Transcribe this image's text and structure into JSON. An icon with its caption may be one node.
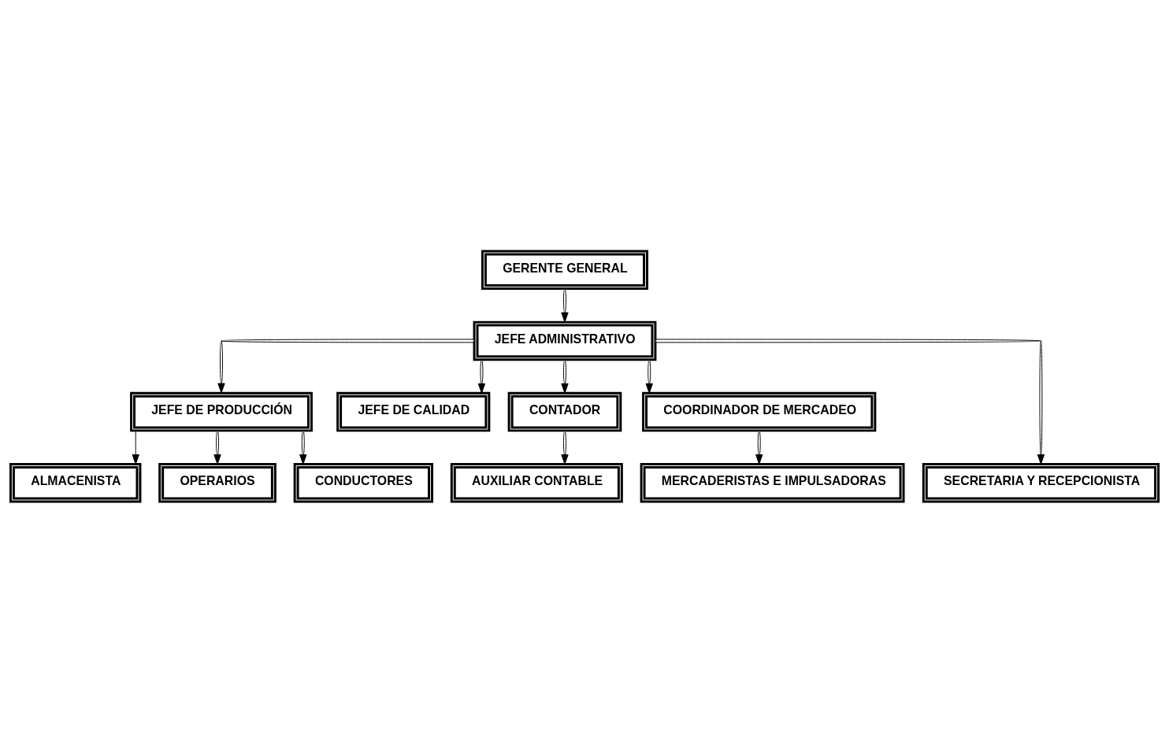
{
  "diagram": {
    "nodes": [
      {
        "text": [
          "GERENTE GENERAL"
        ]
      },
      {
        "text": [
          "JEFE ADMINISTRATIVO"
        ]
      },
      {
        "text": [
          "JEFE DE PRODUCCIÓN"
        ]
      },
      {
        "text": [
          "JEFE DE CALIDAD"
        ]
      },
      {
        "text": [
          "CONTADOR"
        ]
      },
      {
        "text": [
          "COORDINADOR DE MERCADEO"
        ]
      },
      {
        "text": [
          "ALMACENISTA"
        ]
      },
      {
        "text": [
          "AUXILIAR CONTABLE"
        ]
      },
      {
        "text": [
          "OPERARIOS"
        ]
      },
      {
        "text": [
          "CONDUCTORES"
        ]
      },
      {
        "text": [
          "SECRETARIA Y RECEPCIONISTA"
        ]
      },
      {
        "text": [
          "MERCADERISTAS E IMPULSADORAS"
        ]
      }
    ],
    "edges": [
      {
        "from": 0,
        "to": 1,
        "arrow": "to"
      },
      {
        "from": 1,
        "to": 2,
        "arrow": "to"
      },
      {
        "from": 1,
        "to": 3,
        "arrow": "to"
      },
      {
        "from": 1,
        "to": 10,
        "arrow": "to"
      },
      {
        "from": 1,
        "to": 4,
        "arrow": "to"
      },
      {
        "from": 1,
        "to": 5,
        "arrow": "to"
      },
      {
        "from": 2,
        "to": 6,
        "arrow": "to"
      },
      {
        "from": 4,
        "to": 7,
        "arrow": "to"
      },
      {
        "from": 2,
        "to": 8,
        "arrow": "to"
      },
      {
        "from": 2,
        "to": 9,
        "arrow": "to"
      },
      {
        "from": 5,
        "to": 11,
        "arrow": "to"
      }
    ]
  }
}
